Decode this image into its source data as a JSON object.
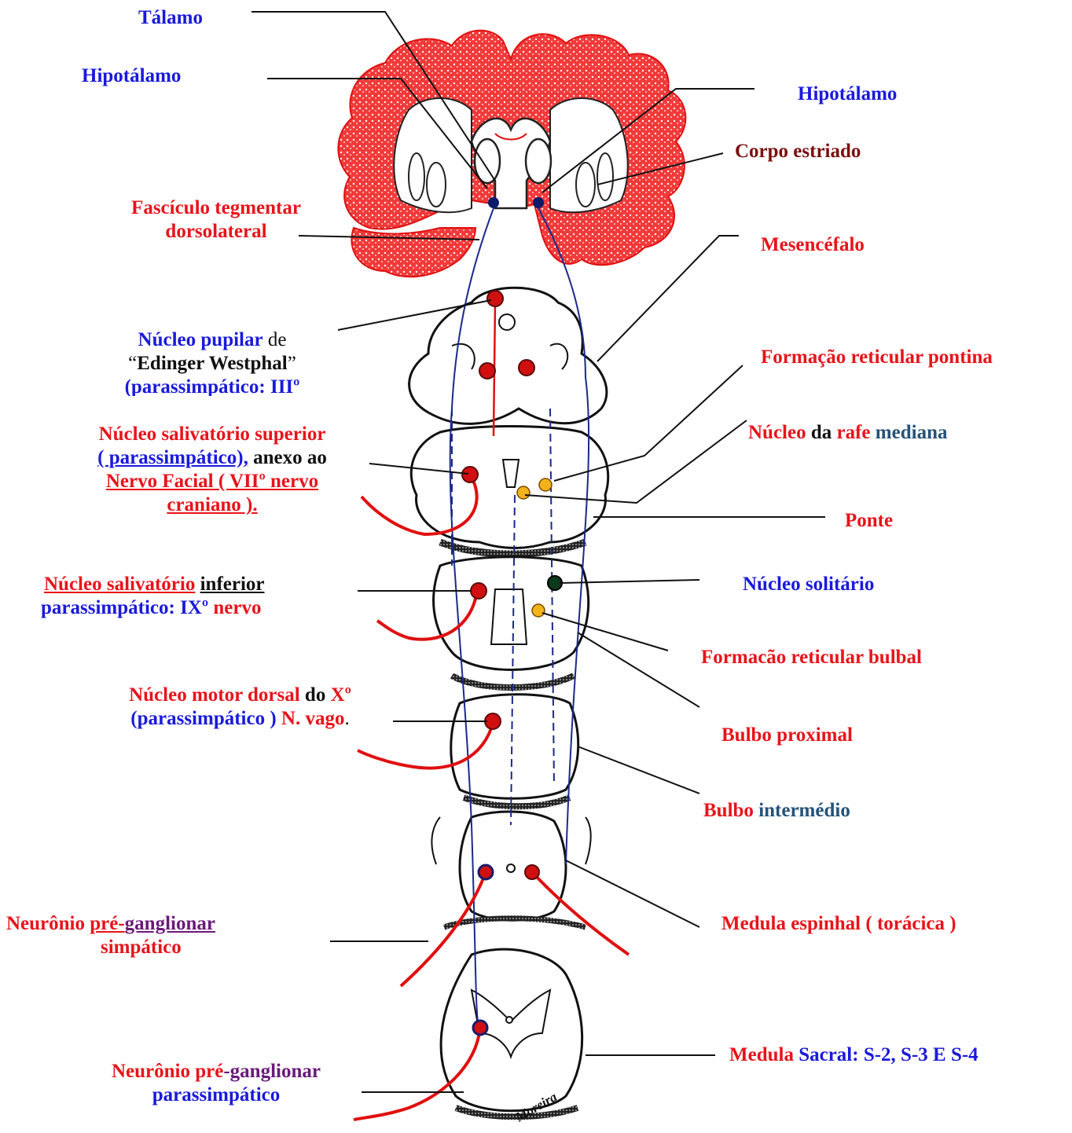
{
  "labels": {
    "talamo": "Tálamo",
    "hipotalamo_left": "Hipotálamo",
    "hipotalamo_right": "Hipotálamo",
    "corpo_estriado": "Corpo estriado",
    "fasciculo_1": "Fascículo tegmentar",
    "fasciculo_2": "dorsolateral",
    "mesencefalo": "Mesencéfalo",
    "pupilar_a": "Núcleo pupilar",
    "pupilar_b": " de",
    "edinger_q1": "“",
    "edinger": "Edinger Westphal",
    "edinger_q2": "”",
    "pupilar_par": "(parassimpático: IIIº",
    "form_pontina": "Formação reticular pontina",
    "rafe_a": "Núcleo",
    "rafe_b": " da ",
    "rafe_c": "rafe",
    "rafe_d": " mediana",
    "sal_sup_1": "Núcleo salivatório superior",
    "sal_sup_2": "( parassimpático),",
    "sal_sup_3": " anexo ao",
    "sal_sup_4": "Nervo Facial ( VIIº nervo",
    "sal_sup_5": "craniano ).",
    "ponte": "Ponte",
    "sal_inf_a": "Núcleo salivatório",
    "sal_inf_b": "inferior",
    "sal_inf_c": "parassimpático: IXº",
    "sal_inf_d": " nervo",
    "solitario": "Núcleo solitário",
    "form_bulbal": "Formacão reticular bulbal",
    "motor_a": "Núcleo motor dorsal",
    "motor_b": " do ",
    "motor_c": "Xº",
    "motor_d": "(parassimpático )",
    "motor_e": " N. vago",
    "motor_f": ".",
    "bulbo_proximal": "Bulbo proximal",
    "bulbo_int_a": "Bulbo",
    "bulbo_int_b": " intermédio",
    "simp_a": "Neurônio ",
    "simp_b": "pré-",
    "simp_c": "ganglionar",
    "simp_d": "simpático",
    "medula_toracica": "Medula espinhal ( torácica )",
    "sacral_a": "Medula  ",
    "sacral_b": "Sacral: S-2, S-3 E S-4",
    "paras_a": "Neurônio pré",
    "paras_b": "-ganglionar",
    "paras_c": "parassimpático"
  },
  "signature": "Moreira",
  "colors": {
    "red": "#e8141b",
    "blue": "#1a1adc",
    "dark_red": "#7a1010",
    "steel_blue": "#25527a",
    "purple": "#6a1a7a",
    "nucleus_yellow": "#f2b21a",
    "nucleus_green": "#0a3a1a"
  }
}
